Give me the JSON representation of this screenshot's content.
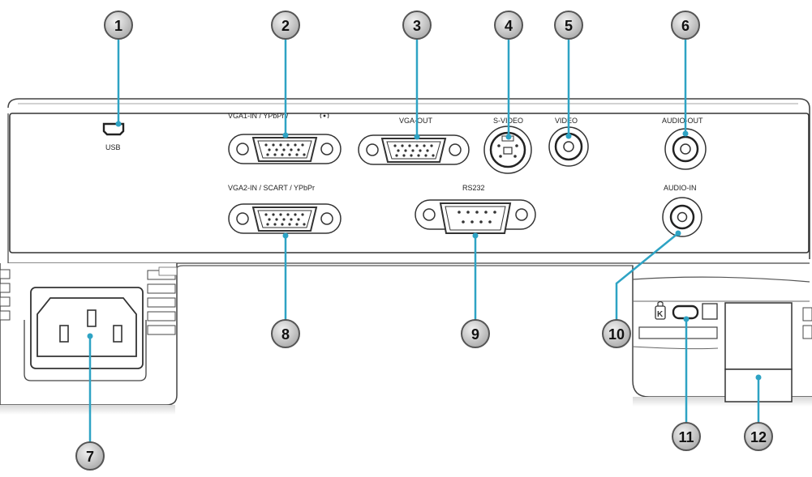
{
  "port_labels": {
    "usb": "USB",
    "vga1_in": "VGA1-IN / YPbPr / ",
    "vga_out": "VGA-OUT",
    "s_video": "S-VIDEO",
    "video": "VIDEO",
    "audio_out": "AUDIO-OUT",
    "vga2_in": "VGA2-IN / SCART / YPbPr",
    "rs232": "RS232",
    "audio_in": "AUDIO-IN"
  },
  "callouts": [
    "1",
    "2",
    "3",
    "4",
    "5",
    "6",
    "7",
    "8",
    "9",
    "10",
    "11",
    "12"
  ],
  "colors": {
    "leader": "#2ea3c4",
    "badge_fill": "#c8c8c8",
    "badge_stroke": "#555555"
  },
  "icons": {
    "wireless": "wireless-signal-icon",
    "kensington": "kensington-lock-icon"
  }
}
